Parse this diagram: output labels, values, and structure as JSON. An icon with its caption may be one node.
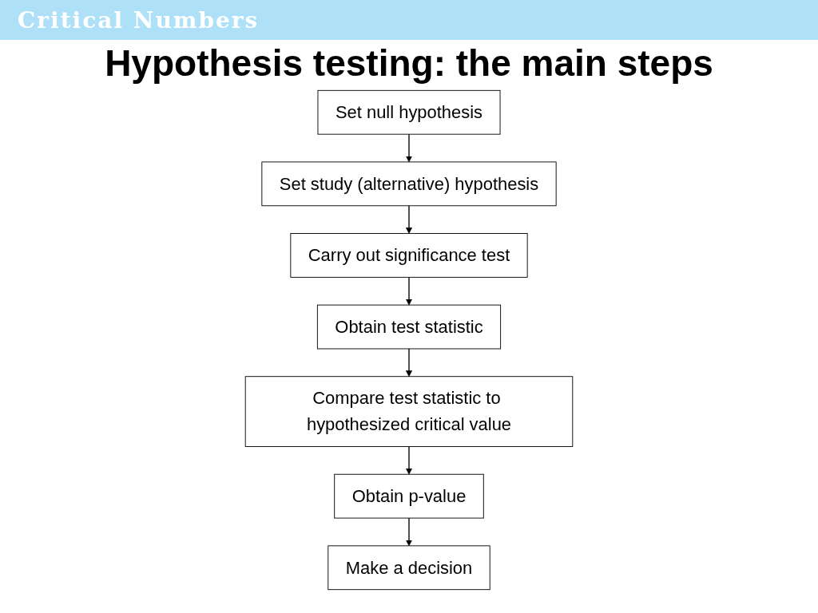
{
  "diagram": {
    "title": "Hypothesis testing: the main steps",
    "nodes": [
      {
        "text": [
          "Set null hypothesis"
        ]
      },
      {
        "text": [
          "Set study (alternative) hypothesis"
        ]
      },
      {
        "text": [
          "Carry out significance test"
        ]
      },
      {
        "text": [
          "Obtain test statistic"
        ]
      },
      {
        "text": [
          "Compare test statistic to hypothesized critical value"
        ]
      },
      {
        "text": [
          "Obtain p-value"
        ]
      },
      {
        "text": [
          "Make a decision"
        ]
      }
    ],
    "edges": [
      {
        "from": 0,
        "to": 1,
        "arrow": "to"
      },
      {
        "from": 1,
        "to": 2,
        "arrow": "to"
      },
      {
        "from": 2,
        "to": 3,
        "arrow": "to"
      },
      {
        "from": 3,
        "to": 4,
        "arrow": "to"
      },
      {
        "from": 4,
        "to": 5,
        "arrow": "to"
      },
      {
        "from": 5,
        "to": 6,
        "arrow": "to"
      }
    ],
    "labels": [
      "Critical Numbers"
    ]
  }
}
